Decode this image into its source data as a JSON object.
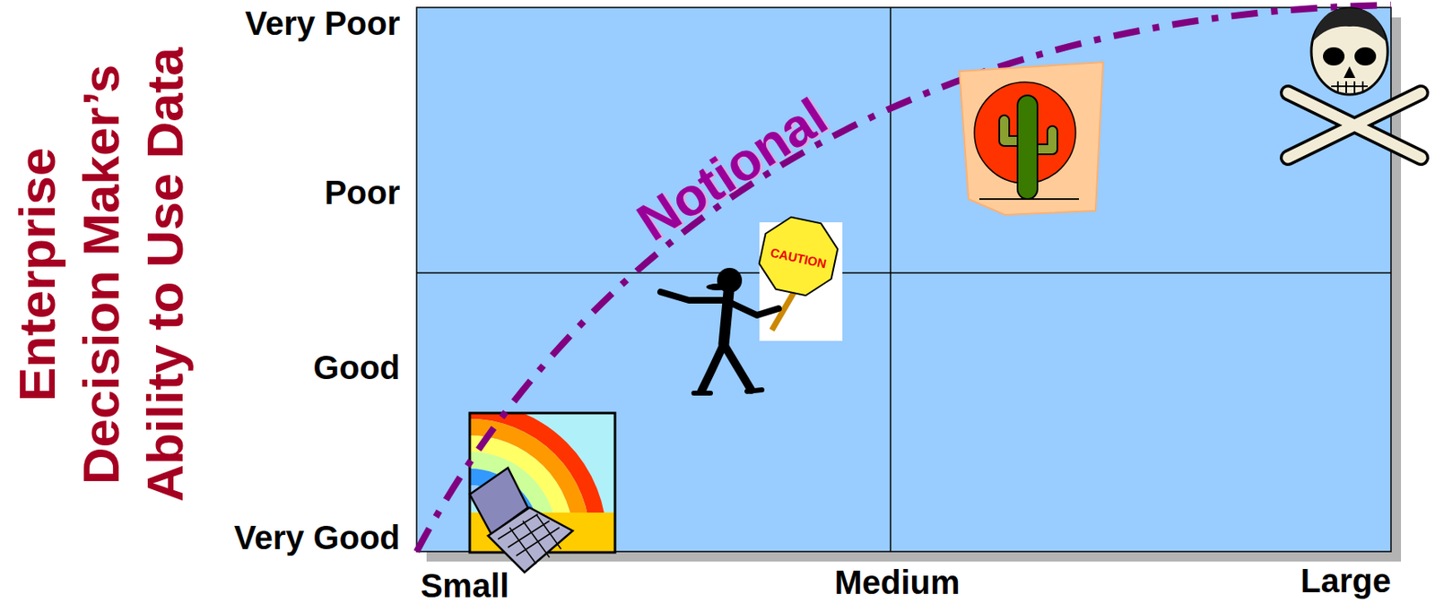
{
  "diagram": {
    "labels": [
      "Enterprise Decision Maker’s Ability to Use Data",
      "Very Poor",
      "Poor",
      "Notional",
      "CAUTION",
      "Good",
      "Very Good",
      "Small",
      "Medium",
      "Large"
    ]
  }
}
